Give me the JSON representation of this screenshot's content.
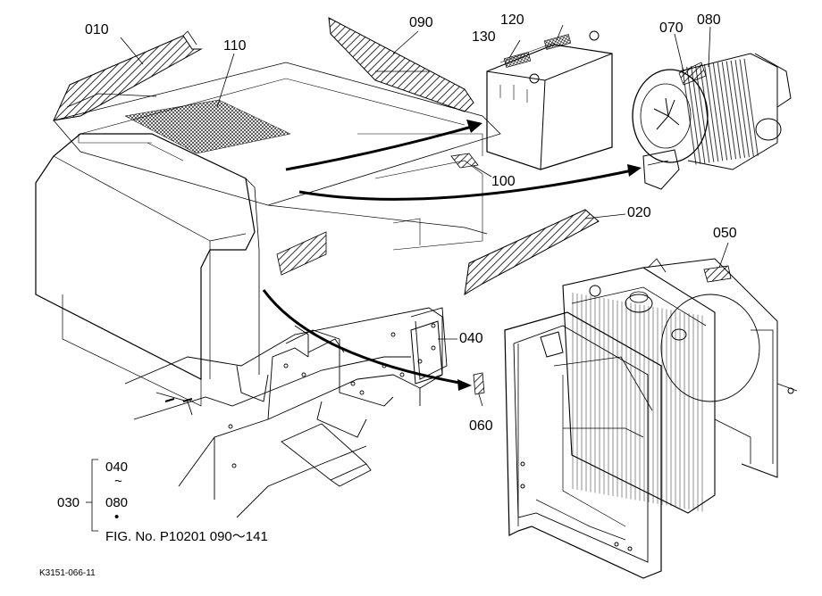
{
  "callouts": {
    "c010": "010",
    "c110": "110",
    "c090": "090",
    "c120": "120",
    "c130": "130",
    "c070": "070",
    "c080": "080",
    "c100": "100",
    "c020": "020",
    "c050": "050",
    "c040": "040",
    "c060": "060"
  },
  "group": {
    "start": "040",
    "tilde": "~",
    "end": "080",
    "dot": "•",
    "ref": "030",
    "fig_ref": "FIG. No. P10201  090～141"
  },
  "drawing_code": "K3151-066-11",
  "colors": {
    "line": "#000000",
    "background": "#ffffff"
  }
}
